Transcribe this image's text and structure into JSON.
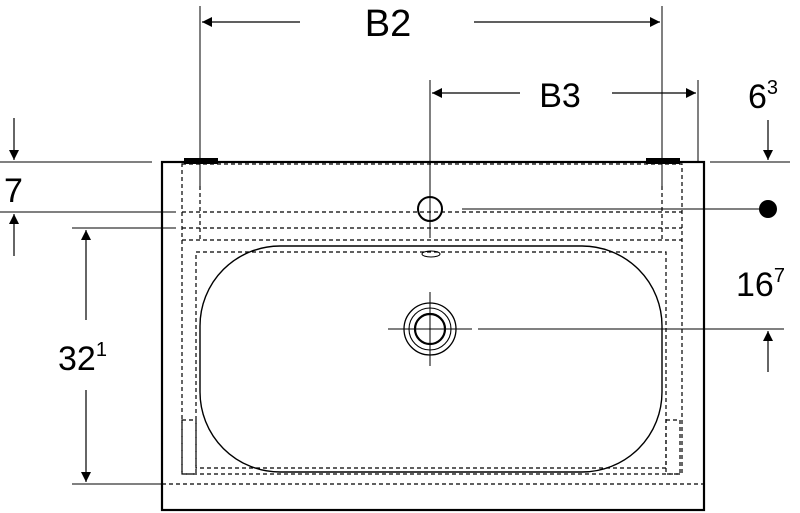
{
  "colors": {
    "line": "#000000",
    "background": "#ffffff"
  },
  "dimensions": {
    "b2": {
      "label": "B2"
    },
    "b3": {
      "label": "B3"
    },
    "offset_right": {
      "main": "6",
      "sup": "3"
    },
    "offset_left": {
      "main": "7"
    },
    "tap_to_drain": {
      "main": "16",
      "sup": "7"
    },
    "depth": {
      "main": "32",
      "sup": "1"
    }
  }
}
